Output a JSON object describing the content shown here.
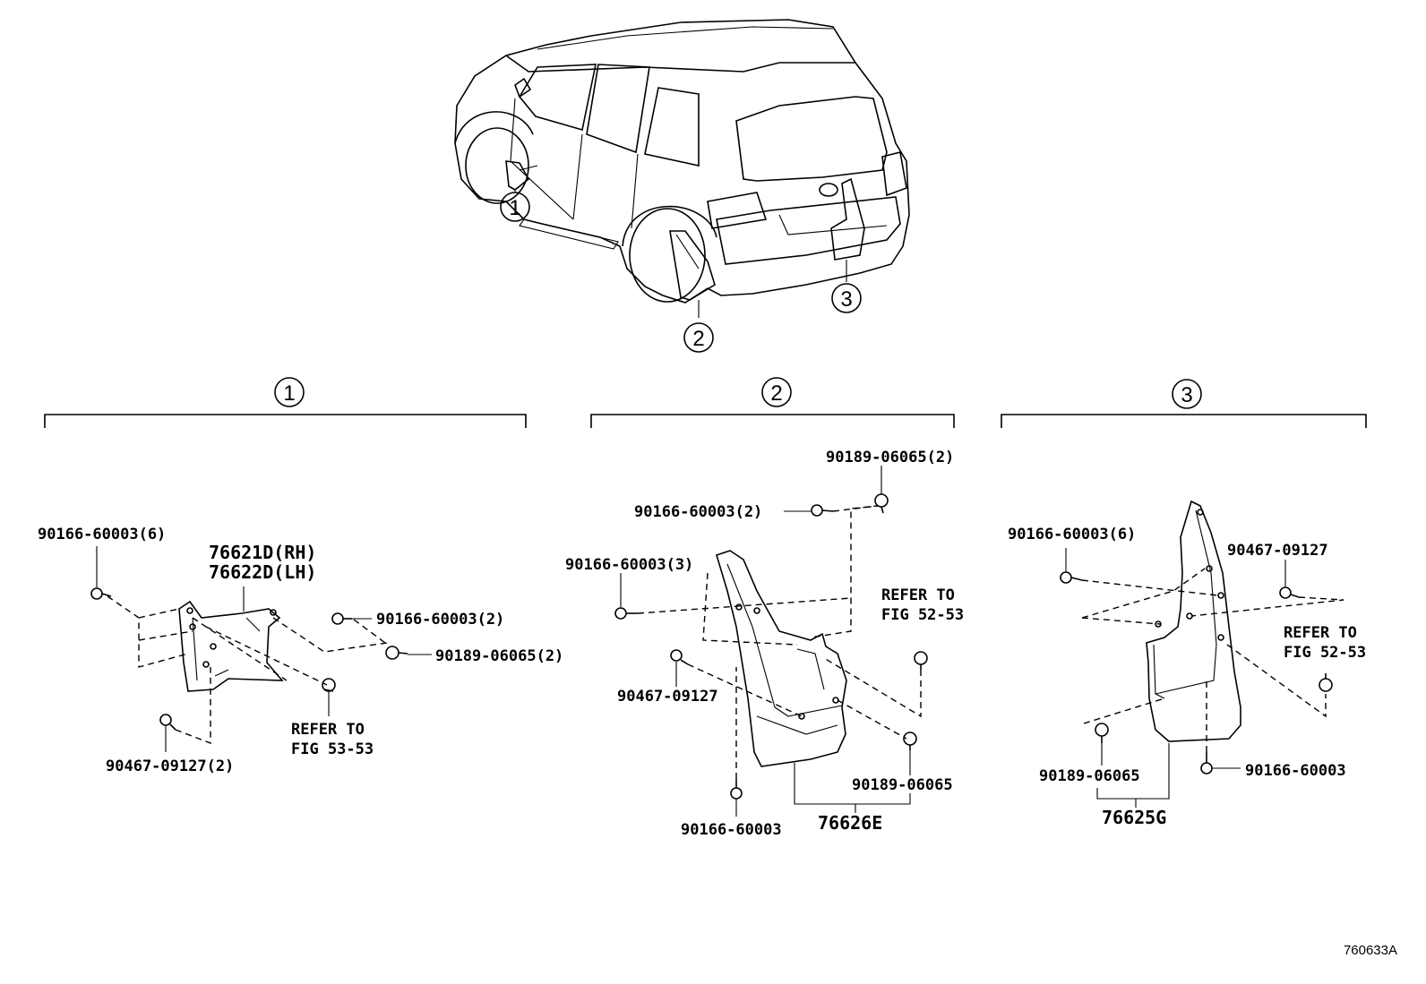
{
  "callouts": [
    "1",
    "2",
    "3"
  ],
  "section1": {
    "labels": {
      "l1": "90166-60003(6)",
      "l2": "76621D(RH)",
      "l3": "76622D(LH)",
      "l4": "90166-60003(2)",
      "l5": "90189-06065(2)",
      "l6": "REFER TO",
      "l7": "FIG 53-53",
      "l8": "90467-09127(2)"
    }
  },
  "section2": {
    "labels": {
      "l1": "90189-06065(2)",
      "l2": "90166-60003(2)",
      "l3": "90166-60003(3)",
      "l4": "REFER TO",
      "l5": "FIG 52-53",
      "l6": "90467-09127",
      "l7": "90189-06065",
      "l8": "90166-60003",
      "l9": "76626E"
    }
  },
  "section3": {
    "labels": {
      "l1": "90166-60003(6)",
      "l2": "90467-09127",
      "l3": "REFER TO",
      "l4": "FIG 52-53",
      "l5": "90189-06065",
      "l6": "90166-60003",
      "l7": "76625G"
    }
  },
  "figure_id": "760633A"
}
